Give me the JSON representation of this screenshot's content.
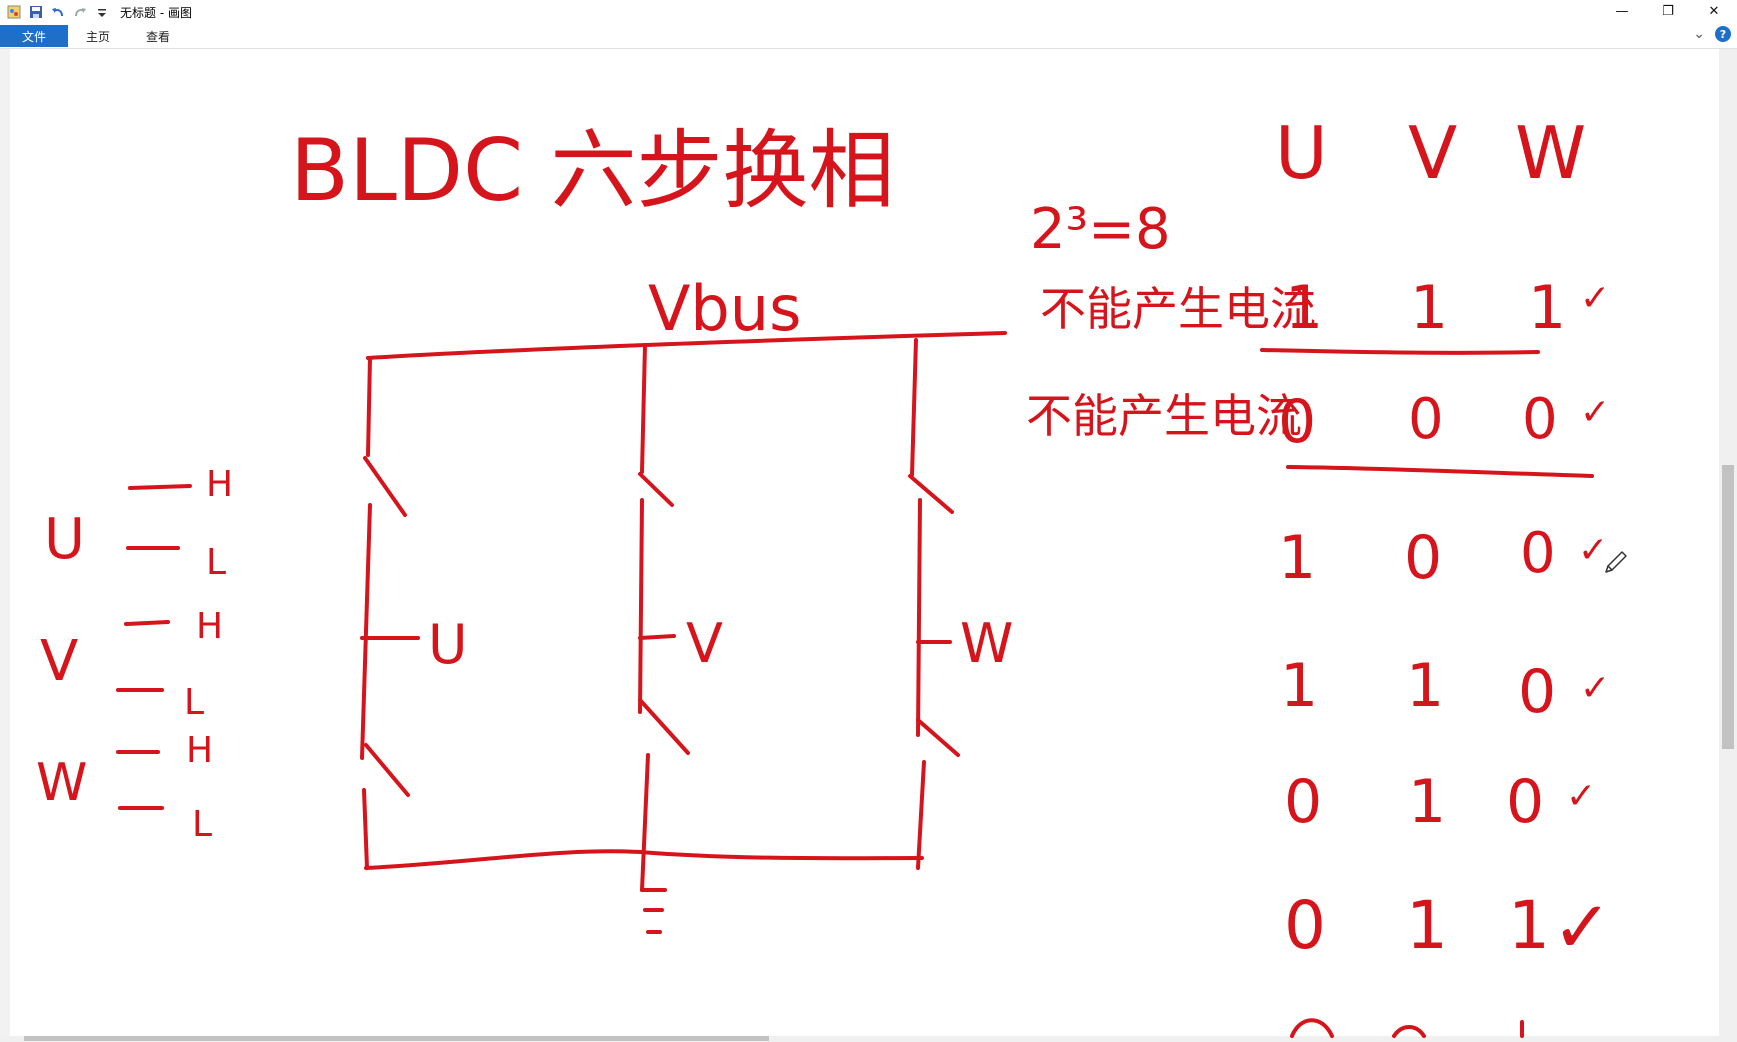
{
  "window": {
    "title": "无标题 - 画图",
    "minimize_glyph": "—",
    "maximize_glyph": "❐",
    "close_glyph": "✕"
  },
  "quick_access": {
    "icons": [
      "paint-app-icon",
      "save-icon",
      "undo-icon",
      "redo-icon",
      "customize-dropdown-icon"
    ]
  },
  "ribbon": {
    "tabs": [
      "文件",
      "主页",
      "查看"
    ],
    "collapse_glyph": "⌄",
    "help_glyph": "?"
  },
  "colors": {
    "ink": "#d6141c",
    "file_tab": "#1e6fc9"
  },
  "drawing": {
    "title": "BLDC 六步换相",
    "supply_label": "Vbus",
    "phases": [
      "U",
      "V",
      "W"
    ],
    "level_labels": {
      "high": "H",
      "low": "L"
    },
    "combination_note": "2³=8",
    "no_current_label": "不能产生电流",
    "table_header": [
      "U",
      "V",
      "W"
    ],
    "table_rows": [
      [
        "1",
        "1",
        "1",
        "✓"
      ],
      [
        "0",
        "0",
        "0",
        "✓"
      ],
      [
        "1",
        "0",
        "0",
        "✓"
      ],
      [
        "1",
        "1",
        "0",
        "✓"
      ],
      [
        "0",
        "1",
        "0",
        "✓"
      ],
      [
        "0",
        "1",
        "1",
        "✓"
      ]
    ]
  }
}
